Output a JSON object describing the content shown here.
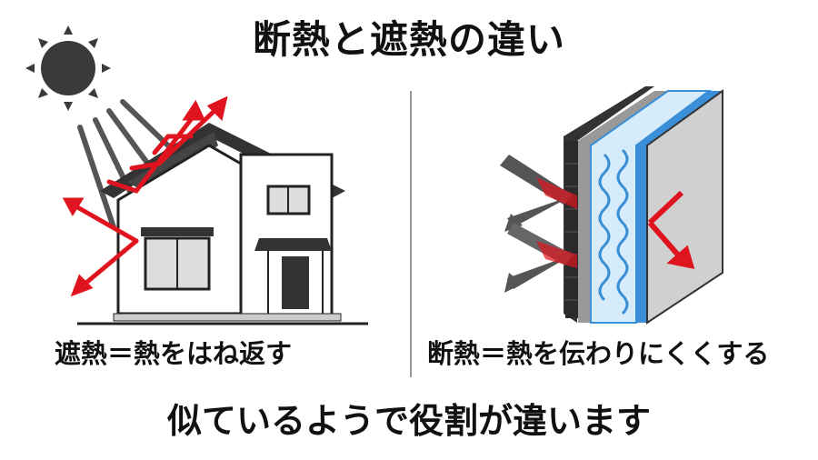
{
  "title": "断熱と遮熱の違い",
  "left_caption": "遮熱＝熱をはね返す",
  "right_caption": "断熱＝熱を伝わりにくくする",
  "bottom_text": "似ているようで役割が違います",
  "colors": {
    "arrow_red": "#e0141e",
    "dark": "#3a3a3a",
    "insulation_blue": "#3a8fd8"
  }
}
